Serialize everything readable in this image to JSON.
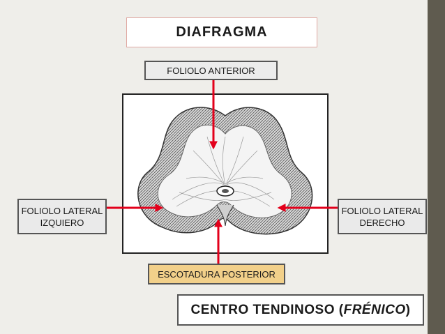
{
  "title": "DIAFRAGMA",
  "labels": {
    "anterior": "FOLIOLO ANTERIOR",
    "left": "FOLIOLO LATERAL\nIZQUIERO",
    "right": "FOLIOLO LATERAL\nDERECHO",
    "posterior": "ESCOTADURA POSTERIOR"
  },
  "caption": {
    "prefix": "CENTRO TENDINOSO (",
    "italic": "FRÉNICO",
    "suffix": ")"
  },
  "colors": {
    "arrow": "#e3001b",
    "accent_bar": "#5f5b4f",
    "posterior_box": "#f2d08a"
  }
}
